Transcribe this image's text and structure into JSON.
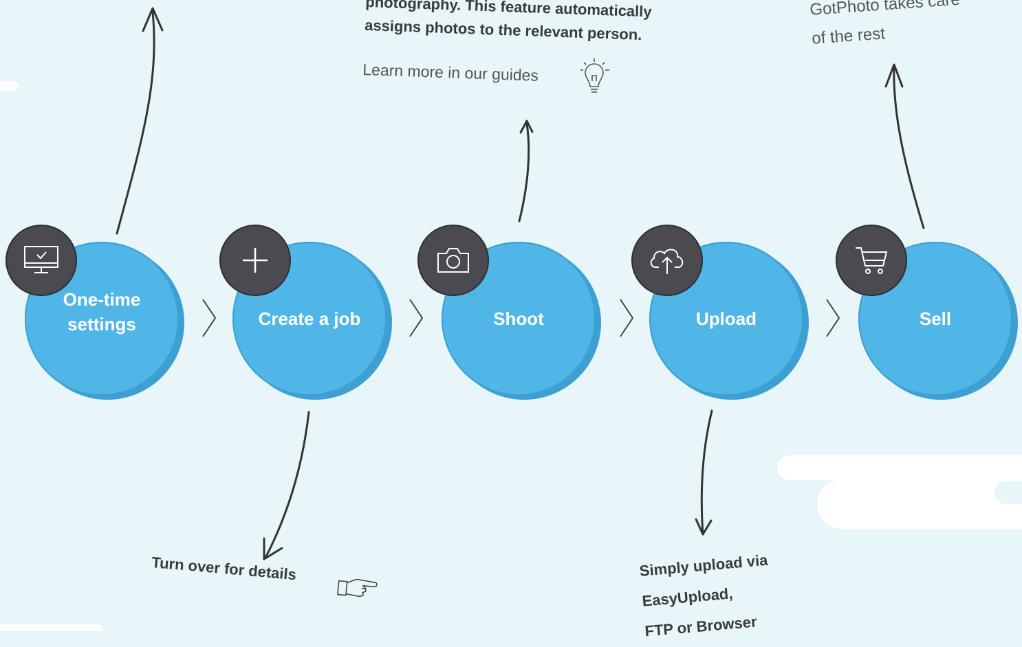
{
  "steps": [
    {
      "label_line1": "One-time",
      "label_line2": "settings",
      "icon": "monitor-check-icon"
    },
    {
      "label_line1": "Create a job",
      "label_line2": "",
      "icon": "plus-icon"
    },
    {
      "label_line1": "Shoot",
      "label_line2": "",
      "icon": "camera-icon"
    },
    {
      "label_line1": "Upload",
      "label_line2": "",
      "icon": "cloud-upload-icon"
    },
    {
      "label_line1": "Sell",
      "label_line2": "",
      "icon": "cart-icon"
    }
  ],
  "notes": {
    "shoot_line1": "photography. This feature automatically",
    "shoot_line2": "assigns photos to the relevant person.",
    "shoot_link": "Learn more in our guides",
    "sell_line1": "GotPhoto takes care",
    "sell_line2": "of the rest",
    "create_job": "Turn over for details",
    "upload_line1": "Simply upload via",
    "upload_line2": "EasyUpload,",
    "upload_line3": "FTP or Browser"
  },
  "colors": {
    "background": "#e8f6fa",
    "circle": "#4fb6e7",
    "circle_shadow": "#3d9fd2",
    "badge": "#4a4a50",
    "ink": "#333333"
  }
}
